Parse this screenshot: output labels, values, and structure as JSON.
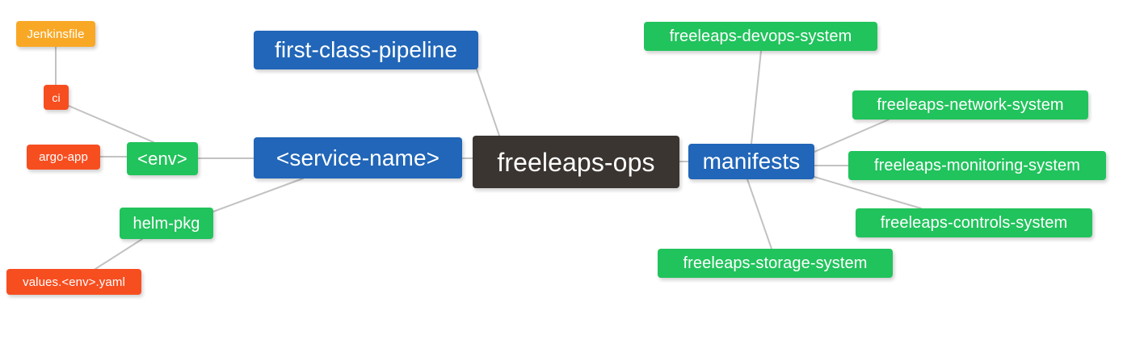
{
  "diagram": {
    "type": "mindmap",
    "title": "freeleaps-ops",
    "background": "#ffffff",
    "edge_color": "#bfbfbf",
    "palette": {
      "root_dark": "#3b3531",
      "blue": "#2166b8",
      "green": "#1cc濾"
    }
  },
  "nodes": {
    "root": {
      "label": "freeleaps-ops",
      "color": "#3b3531"
    },
    "service_name": {
      "label": "<service-name>",
      "color": "#2166b8"
    },
    "first_class_pipeline": {
      "label": "first-class-pipeline",
      "color": "#2166b8"
    },
    "manifests": {
      "label": "manifests",
      "color": "#2166b8"
    },
    "env": {
      "label": "<env>",
      "color": "#21c35c"
    },
    "helm_pkg": {
      "label": "helm-pkg",
      "color": "#21c35c"
    },
    "jenkinsfile": {
      "label": "Jenkinsfile",
      "color": "#f9a826"
    },
    "ci": {
      "label": "ci",
      "color": "#f74e20"
    },
    "argo_app": {
      "label": "argo-app",
      "color": "#f74e20"
    },
    "values_yaml": {
      "label": "values.<env>.yaml",
      "color": "#f74e20"
    },
    "devops_system": {
      "label": "freeleaps-devops-system",
      "color": "#21c35c"
    },
    "network_system": {
      "label": "freeleaps-network-system",
      "color": "#21c35c"
    },
    "monitoring_system": {
      "label": "freeleaps-monitoring-system",
      "color": "#21c35c"
    },
    "controls_system": {
      "label": "freeleaps-controls-system",
      "color": "#21c35c"
    },
    "storage_system": {
      "label": "freeleaps-storage-system",
      "color": "#21c35c"
    }
  },
  "edges": [
    {
      "from": "root",
      "to": "service_name"
    },
    {
      "from": "root",
      "to": "first_class_pipeline"
    },
    {
      "from": "root",
      "to": "manifests"
    },
    {
      "from": "service_name",
      "to": "env"
    },
    {
      "from": "service_name",
      "to": "helm_pkg"
    },
    {
      "from": "env",
      "to": "ci"
    },
    {
      "from": "env",
      "to": "argo_app"
    },
    {
      "from": "ci",
      "to": "jenkinsfile"
    },
    {
      "from": "helm_pkg",
      "to": "values_yaml"
    },
    {
      "from": "manifests",
      "to": "devops_system"
    },
    {
      "from": "manifests",
      "to": "network_system"
    },
    {
      "from": "manifests",
      "to": "monitoring_system"
    },
    {
      "from": "manifests",
      "to": "controls_system"
    },
    {
      "from": "manifests",
      "to": "storage_system"
    }
  ]
}
